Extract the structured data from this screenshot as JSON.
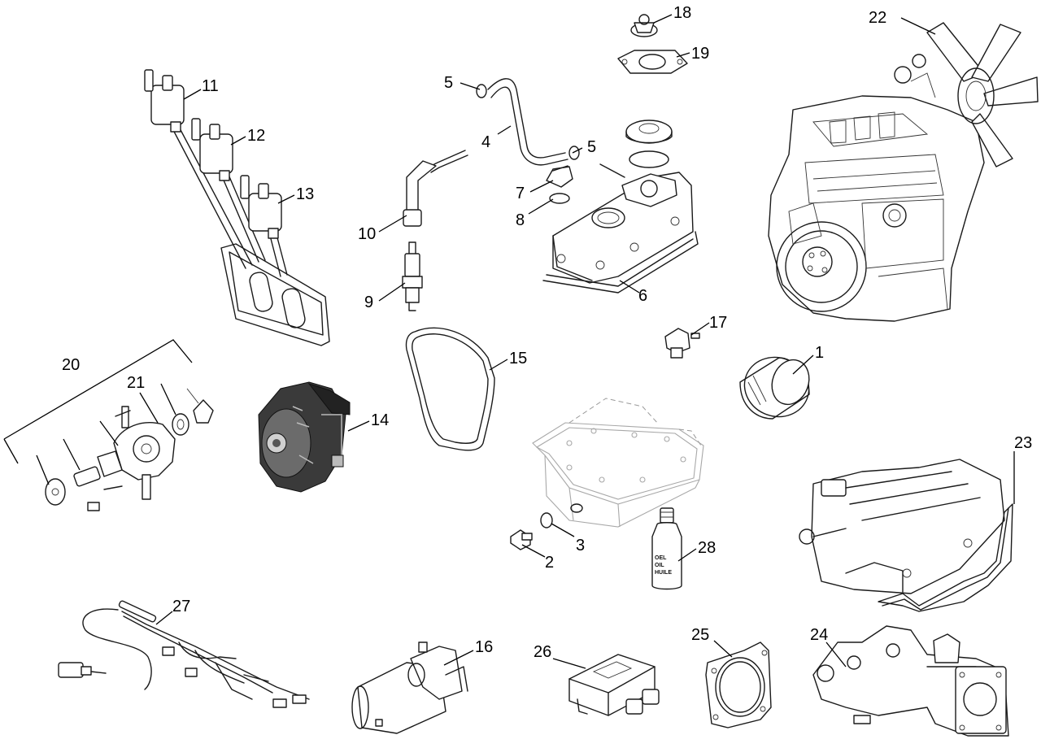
{
  "labels": {
    "p1": "1",
    "p2": "2",
    "p3": "3",
    "p4": "4",
    "p5a": "5",
    "p5b": "5",
    "p6": "6",
    "p7": "7",
    "p8": "8",
    "p9": "9",
    "p10": "10",
    "p11": "11",
    "p12": "12",
    "p13": "13",
    "p14": "14",
    "p15": "15",
    "p16": "16",
    "p17": "17",
    "p18": "18",
    "p19": "19",
    "p20": "20",
    "p21": "21",
    "p22": "22",
    "p23": "23",
    "p24": "24",
    "p25": "25",
    "p26": "26",
    "p27": "27",
    "p28": "28"
  },
  "bottle_text": [
    "OEL",
    "OIL",
    "HUILE"
  ]
}
